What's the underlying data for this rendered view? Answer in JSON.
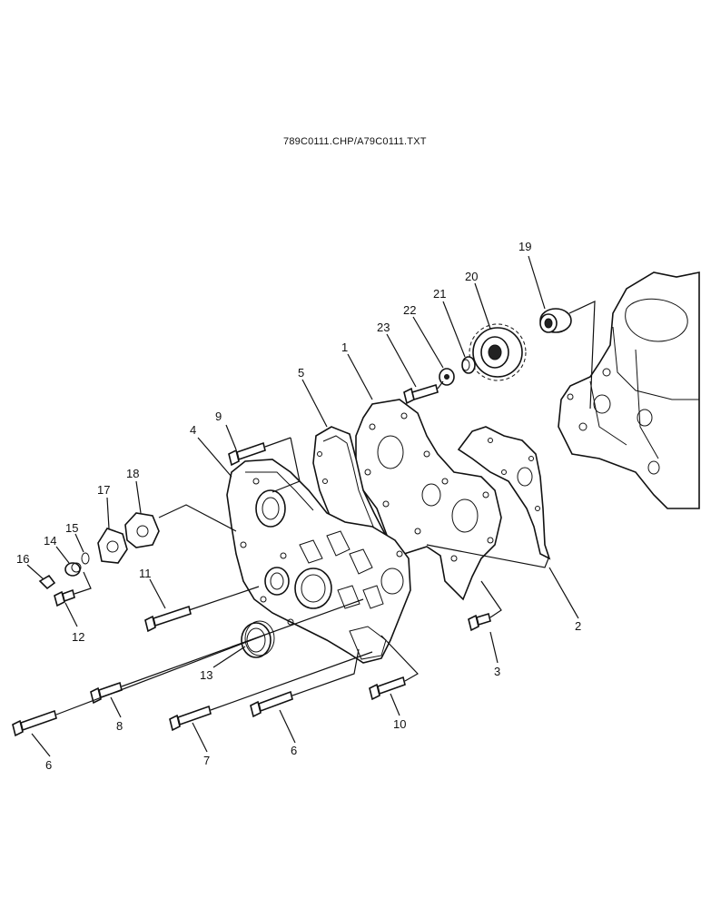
{
  "diagram": {
    "caption": "789C0111.CHP/A79C0111.TXT",
    "callouts": [
      {
        "id": "c1",
        "text": "1"
      },
      {
        "id": "c2",
        "text": "2"
      },
      {
        "id": "c3",
        "text": "3"
      },
      {
        "id": "c4",
        "text": "4"
      },
      {
        "id": "c5",
        "text": "5"
      },
      {
        "id": "c6a",
        "text": "6"
      },
      {
        "id": "c6b",
        "text": "6"
      },
      {
        "id": "c7",
        "text": "7"
      },
      {
        "id": "c8",
        "text": "8"
      },
      {
        "id": "c9",
        "text": "9"
      },
      {
        "id": "c10",
        "text": "10"
      },
      {
        "id": "c11",
        "text": "11"
      },
      {
        "id": "c12",
        "text": "12"
      },
      {
        "id": "c13",
        "text": "13"
      },
      {
        "id": "c14",
        "text": "14"
      },
      {
        "id": "c15",
        "text": "15"
      },
      {
        "id": "c16",
        "text": "16"
      },
      {
        "id": "c17",
        "text": "17"
      },
      {
        "id": "c18",
        "text": "18"
      },
      {
        "id": "c19",
        "text": "19"
      },
      {
        "id": "c20",
        "text": "20"
      },
      {
        "id": "c21",
        "text": "21"
      },
      {
        "id": "c22",
        "text": "22"
      },
      {
        "id": "c23",
        "text": "23"
      }
    ]
  }
}
